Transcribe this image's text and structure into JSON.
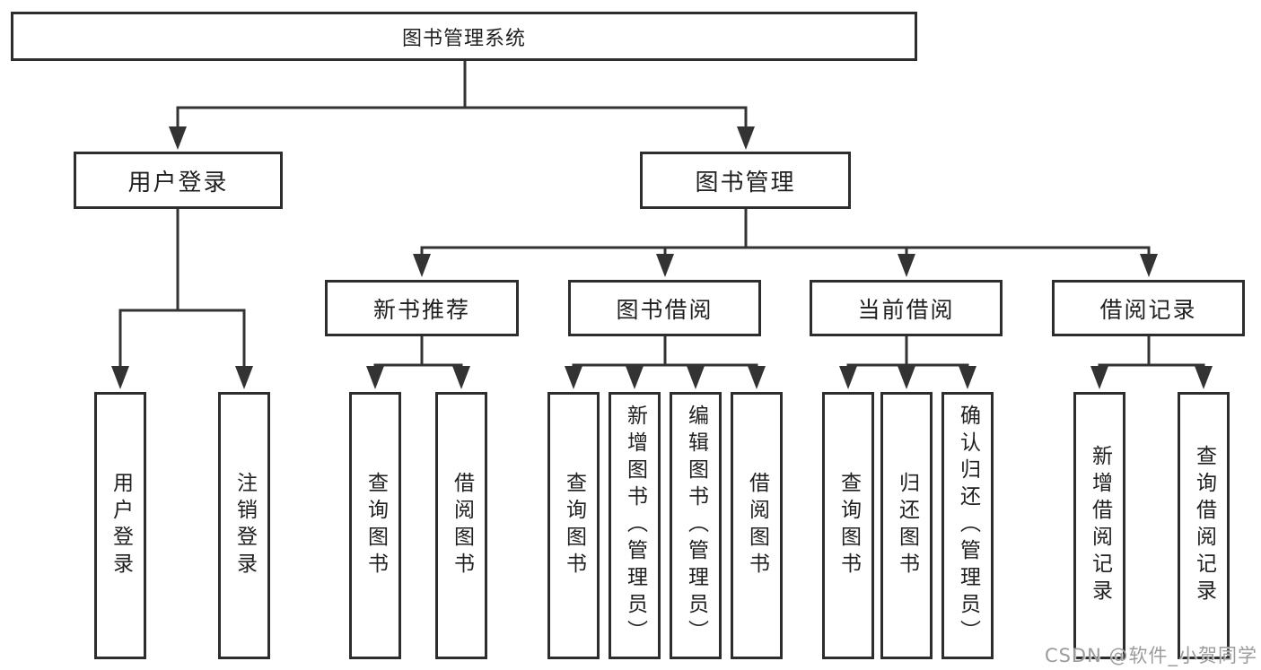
{
  "diagram": {
    "title": "图书管理系统",
    "nodes": {
      "root": "图书管理系统",
      "l2": [
        "用户登录",
        "图书管理"
      ],
      "l3": [
        "新书推荐",
        "图书借阅",
        "当前借阅",
        "借阅记录"
      ],
      "leaves": [
        "用户登录",
        "注销登录",
        "查询图书",
        "借阅图书",
        "查询图书",
        "新增图书（管理员）",
        "编辑图书（管理员）",
        "借阅图书",
        "查询图书",
        "归还图书",
        "确认归还（管理员）",
        "新增借阅记录",
        "查询借阅记录"
      ]
    },
    "hierarchy": {
      "图书管理系统": [
        "用户登录",
        "图书管理"
      ],
      "用户登录": [
        "用户登录",
        "注销登录"
      ],
      "图书管理": [
        "新书推荐",
        "图书借阅",
        "当前借阅",
        "借阅记录"
      ],
      "新书推荐": [
        "查询图书",
        "借阅图书"
      ],
      "图书借阅": [
        "查询图书",
        "新增图书（管理员）",
        "编辑图书（管理员）",
        "借阅图书"
      ],
      "当前借阅": [
        "查询图书",
        "归还图书",
        "确认归还（管理员）"
      ],
      "借阅记录": [
        "新增借阅记录",
        "查询借阅记录"
      ]
    },
    "watermark": "CSDN @软件_小贺同学",
    "colors": {
      "line": "#333333",
      "box_border": "#2d2d2d",
      "text": "#1f1f1f",
      "watermark": "#9c9c9c",
      "background": "#ffffff"
    }
  }
}
